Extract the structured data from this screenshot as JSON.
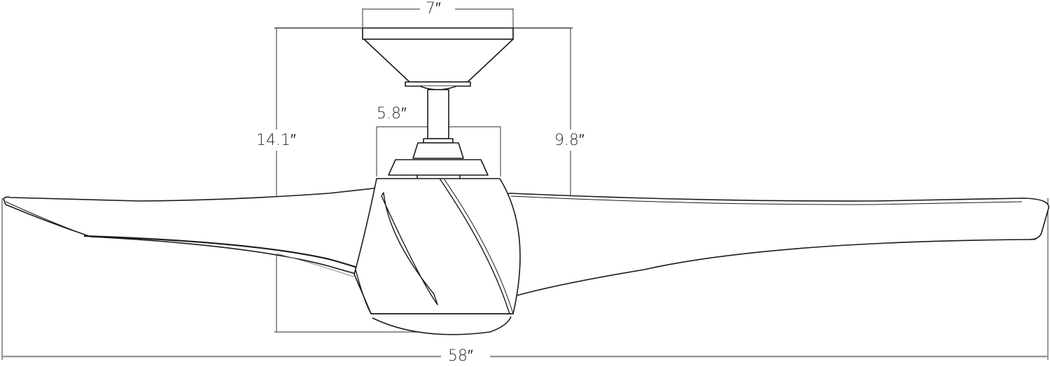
{
  "diagram": {
    "subject": "Ceiling fan dimension drawing",
    "dimensions": {
      "canopy_width": "7″",
      "motor_mount_width": "5.8″",
      "overall_height": "14.1″",
      "ceiling_to_blade": "9.8″",
      "blade_span": "58″"
    },
    "colors": {
      "line": "#1a1a1a",
      "dimension_line": "#555555",
      "background": "#ffffff"
    }
  }
}
